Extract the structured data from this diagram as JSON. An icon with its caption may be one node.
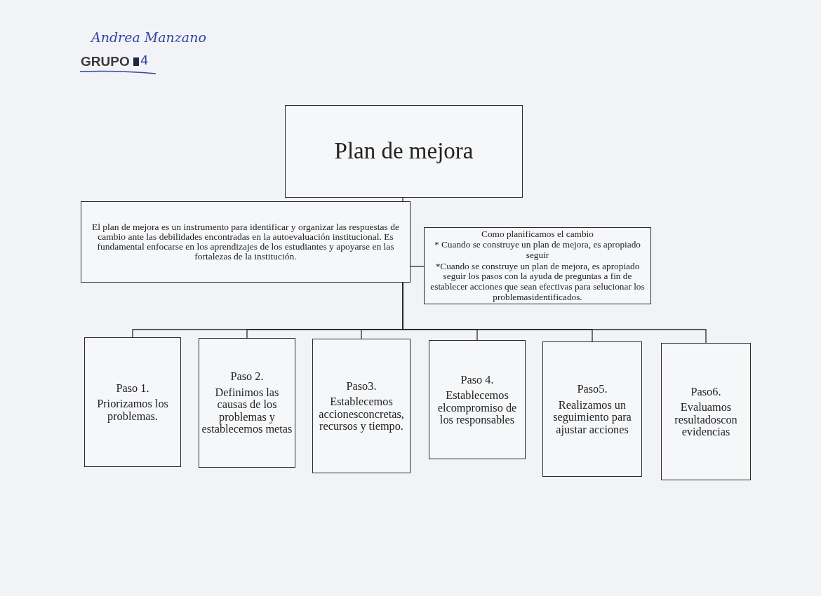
{
  "diagram": {
    "nodes": [
      {
        "text": [
          "Plan de mejora"
        ]
      },
      {
        "text": [
          "El plan de mejora es un instrumento para identificar y organizar las respuestas de cambio ante las debilidades encontradas en la autoevaluación institucional. Es fundamental enfocarse en los aprendizajes de los estudiantes y apoyarse en las fortalezas de la institución."
        ]
      },
      {
        "text": [
          "Como planificamos el cambio",
          "* Cuando se construye un plan de mejora, es apropiado seguir",
          "*Cuando se construye un plan de mejora, es apropiado seguir los pasos con la ayuda de preguntas a fin de establecer acciones que sean efectivas para selucionar los problemasidentificados."
        ]
      },
      {
        "text": [
          "Paso 1.",
          "Priorizamos los problemas."
        ]
      },
      {
        "text": [
          "Paso 2.",
          "Definimos las causas de los problemas y establecemos metas"
        ]
      },
      {
        "text": [
          "Paso3.",
          "Establecemos accionesconcretas, recursos y tiempo."
        ]
      },
      {
        "text": [
          "Paso 4.",
          "Establecemos elcompromiso de los responsables"
        ]
      },
      {
        "text": [
          "Paso5.",
          "Realizamos un seguimiento para ajustar acciones"
        ]
      },
      {
        "text": [
          "Paso6.",
          "Evaluamos resultadoscon evidencias"
        ]
      }
    ],
    "edges": [
      {
        "from": 0,
        "to": 1,
        "arrow": "none"
      },
      {
        "from": 1,
        "to": 2,
        "arrow": "none"
      },
      {
        "from": 1,
        "to": 3,
        "arrow": "none"
      },
      {
        "from": 1,
        "to": 4,
        "arrow": "none"
      },
      {
        "from": 1,
        "to": 5,
        "arrow": "none"
      },
      {
        "from": 1,
        "to": 6,
        "arrow": "none"
      },
      {
        "from": 1,
        "to": 7,
        "arrow": "none"
      },
      {
        "from": 1,
        "to": 8,
        "arrow": "none"
      }
    ],
    "labels": [
      "Andrea Manzano",
      "GRUPO",
      "4"
    ]
  }
}
